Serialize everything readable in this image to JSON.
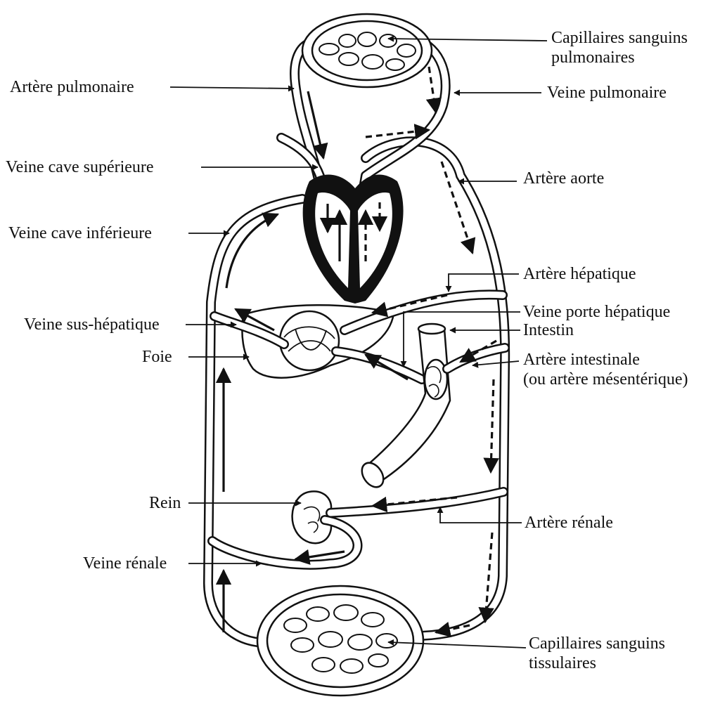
{
  "labels": {
    "capillaires_pulmonaires": [
      "Capillaires sanguins",
      "pulmonaires"
    ],
    "artere_pulmonaire": "Artère pulmonaire",
    "veine_pulmonaire": "Veine pulmonaire",
    "veine_cave_superieure": "Veine cave supérieure",
    "artere_aorte": "Artère aorte",
    "veine_cave_inferieure": "Veine cave inférieure",
    "artere_hepatique": "Artère hépatique",
    "veine_porte_hepatique": "Veine porte hépatique",
    "intestin": "Intestin",
    "veine_sus_hepatique": "Veine sus-hépatique",
    "artere_intestinale": [
      "Artère intestinale",
      "(ou artère mésentérique)"
    ],
    "foie": "Foie",
    "rein": "Rein",
    "artere_renale": "Artère rénale",
    "veine_renale": "Veine rénale",
    "capillaires_tissulaires": [
      "Capillaires sanguins",
      "tissulaires"
    ]
  }
}
